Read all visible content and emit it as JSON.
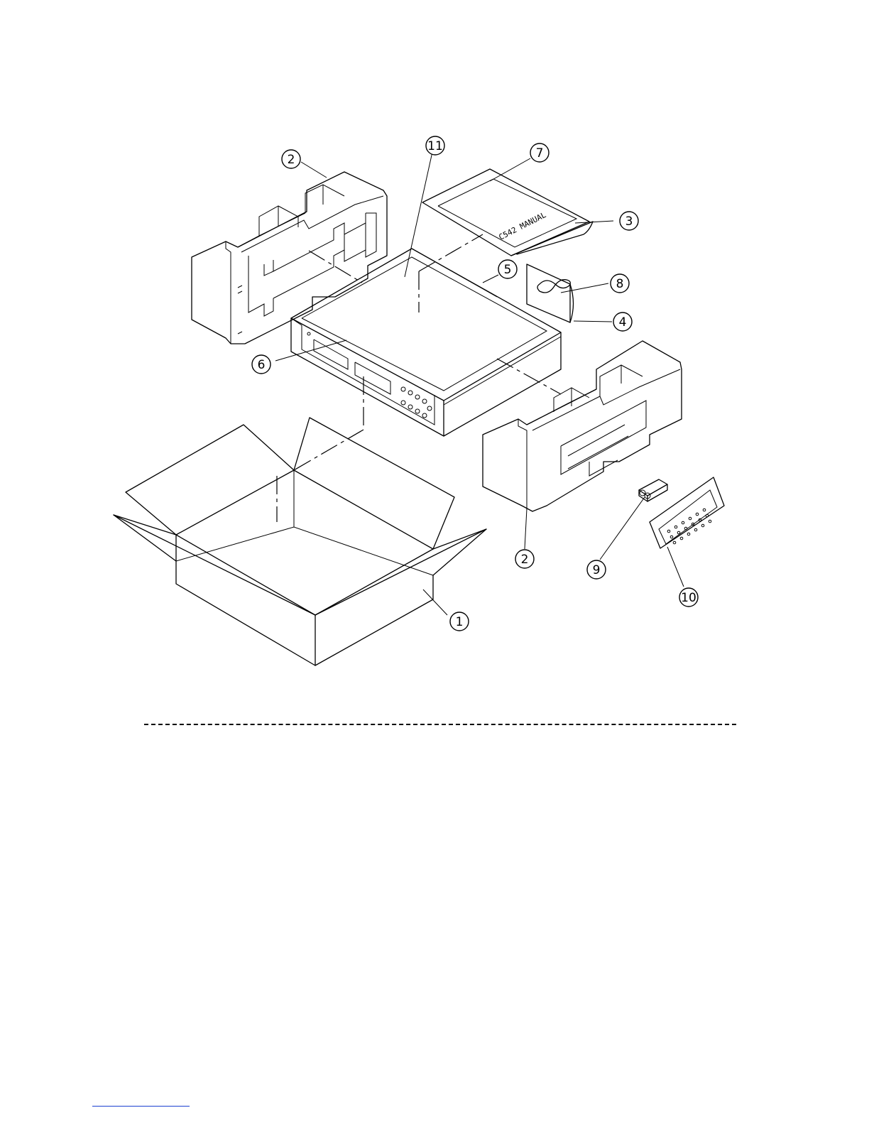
{
  "diagram": {
    "manual_label": "C542 MANUAL",
    "callouts": [
      {
        "id": "1",
        "text": "1"
      },
      {
        "id": "2a",
        "text": "2"
      },
      {
        "id": "2b",
        "text": "2"
      },
      {
        "id": "3",
        "text": "3"
      },
      {
        "id": "4",
        "text": "4"
      },
      {
        "id": "5",
        "text": "5"
      },
      {
        "id": "6",
        "text": "6"
      },
      {
        "id": "7",
        "text": "7"
      },
      {
        "id": "8",
        "text": "8"
      },
      {
        "id": "9",
        "text": "9"
      },
      {
        "id": "10",
        "text": "10"
      },
      {
        "id": "11",
        "text": "11"
      }
    ]
  },
  "colors": {
    "line": "#000000",
    "footer_rule": "#1a3fd0"
  }
}
